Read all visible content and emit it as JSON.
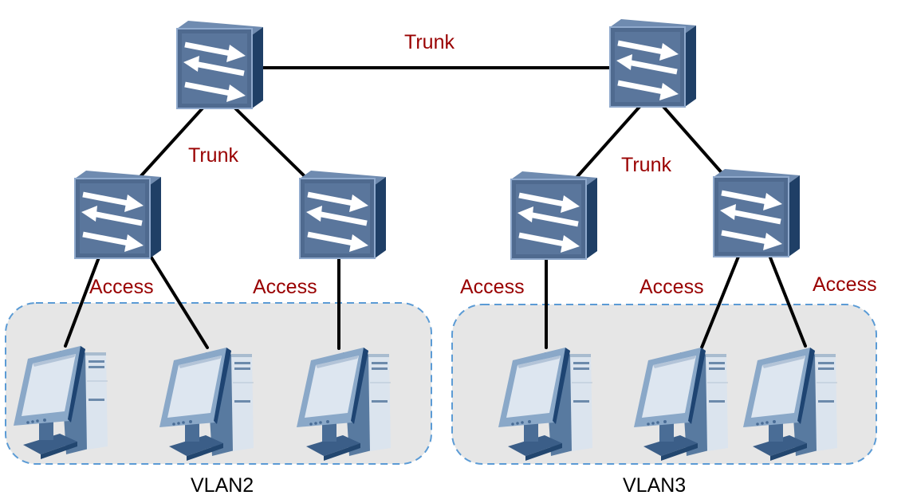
{
  "diagram": {
    "type": "network-topology",
    "colors": {
      "link_label": "#990000",
      "vlan_border": "#5b9bd5",
      "vlan_fill": "#e6e6e6",
      "cable": "#000000",
      "switch_front": "#4f6a8f",
      "switch_top": "#6f8bb0",
      "switch_side": "#1f3f66"
    },
    "switches": [
      {
        "id": "core-1",
        "icon": "switch-icon"
      },
      {
        "id": "core-2",
        "icon": "switch-icon"
      },
      {
        "id": "access-1",
        "icon": "switch-icon"
      },
      {
        "id": "access-2",
        "icon": "switch-icon"
      },
      {
        "id": "access-3",
        "icon": "switch-icon"
      },
      {
        "id": "access-4",
        "icon": "switch-icon"
      }
    ],
    "hosts": [
      {
        "id": "pc-1",
        "icon": "computer-icon",
        "vlan": "VLAN2"
      },
      {
        "id": "pc-2",
        "icon": "computer-icon",
        "vlan": "VLAN2"
      },
      {
        "id": "pc-3",
        "icon": "computer-icon",
        "vlan": "VLAN2"
      },
      {
        "id": "pc-4",
        "icon": "computer-icon",
        "vlan": "VLAN3"
      },
      {
        "id": "pc-5",
        "icon": "computer-icon",
        "vlan": "VLAN3"
      },
      {
        "id": "pc-6",
        "icon": "computer-icon",
        "vlan": "VLAN3"
      }
    ],
    "links": [
      {
        "from": "core-1",
        "to": "core-2",
        "type": "Trunk"
      },
      {
        "from": "core-1",
        "to": "access-1",
        "type": "Trunk"
      },
      {
        "from": "core-1",
        "to": "access-2",
        "type": "Trunk"
      },
      {
        "from": "core-2",
        "to": "access-3",
        "type": "Trunk"
      },
      {
        "from": "core-2",
        "to": "access-4",
        "type": "Trunk"
      },
      {
        "from": "access-1",
        "to": "pc-1",
        "type": "Access"
      },
      {
        "from": "access-1",
        "to": "pc-2",
        "type": "Access"
      },
      {
        "from": "access-2",
        "to": "pc-3",
        "type": "Access"
      },
      {
        "from": "access-3",
        "to": "pc-4",
        "type": "Access"
      },
      {
        "from": "access-4",
        "to": "pc-5",
        "type": "Access"
      },
      {
        "from": "access-4",
        "to": "pc-6",
        "type": "Access"
      }
    ],
    "labels": {
      "trunk_top": "Trunk",
      "trunk_left": "Trunk",
      "trunk_right": "Trunk",
      "access_1": "Access",
      "access_2": "Access",
      "access_3": "Access",
      "access_4": "Access",
      "access_5": "Access"
    },
    "vlans": [
      {
        "name": "VLAN2"
      },
      {
        "name": "VLAN3"
      }
    ]
  }
}
